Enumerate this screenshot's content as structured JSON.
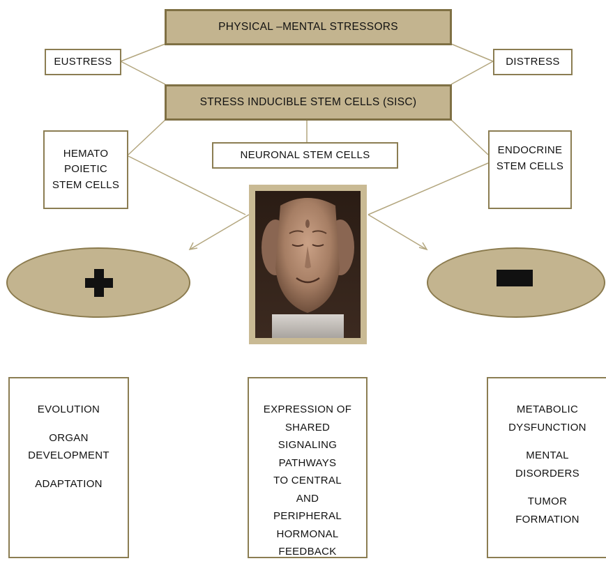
{
  "top_box": {
    "label": "PHYSICAL –MENTAL STRESSORS"
  },
  "eustress": {
    "label": "EUSTRESS"
  },
  "distress": {
    "label": "DISTRESS"
  },
  "sisc_box": {
    "label": "STRESS INDUCIBLE STEM CELLS (SISC)"
  },
  "hemato": {
    "line1": "HEMATO",
    "line2": "POIETIC",
    "line3": "STEM CELLS"
  },
  "neuronal": {
    "label": "NEURONAL STEM CELLS"
  },
  "endocrine": {
    "line1": "ENDOCRINE",
    "line2": "STEM CELLS"
  },
  "positive": {
    "symbol": "plus-icon"
  },
  "negative": {
    "symbol": "minus-icon"
  },
  "left_outcomes": {
    "item1": "EVOLUTION",
    "item2a": "ORGAN",
    "item2b": "DEVELOPMENT",
    "item3": "ADAPTATION"
  },
  "center_outcomes": {
    "l1": "EXPRESSION OF",
    "l2": "SHARED",
    "l3": "SIGNALING",
    "l4": "PATHWAYS",
    "l5": "TO CENTRAL",
    "l6": "AND",
    "l7": "PERIPHERAL",
    "l8": "HORMONAL",
    "l9": "FEEDBACK"
  },
  "right_outcomes": {
    "item1a": "METABOLIC",
    "item1b": "DYSFUNCTION",
    "item2a": "MENTAL",
    "item2b": "DISORDERS",
    "item3a": "TUMOR",
    "item3b": "FORMATION"
  },
  "colors": {
    "tan": "#c3b48f",
    "border": "#8b7d52"
  }
}
